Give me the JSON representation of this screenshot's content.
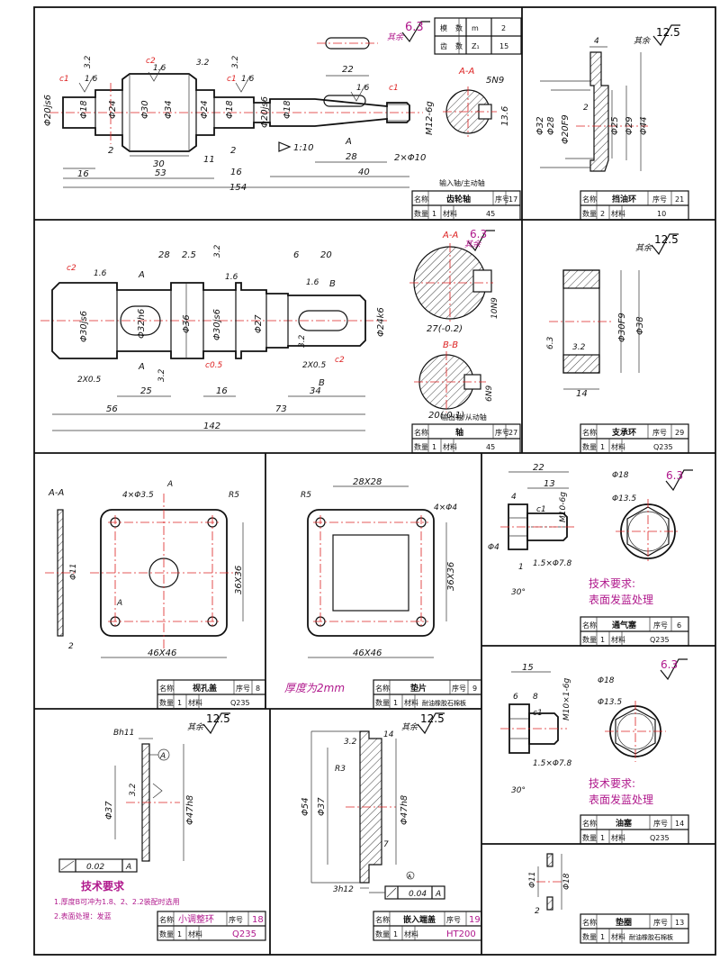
{
  "colors": {
    "line": "#111111",
    "center_line": "#dd2222",
    "annotation": "#b0188c",
    "background": "#ffffff"
  },
  "p1": {
    "gear_table": {
      "rows": [
        [
          "模",
          "数",
          "m",
          "2"
        ],
        [
          "齿",
          "数",
          "Z₁",
          "15"
        ]
      ]
    },
    "rough": "6.3",
    "rough_rest": "其余",
    "dims": {
      "d20js6_a": "Φ20js6",
      "d18_a": "Φ18",
      "d24_a": "Φ24",
      "d30": "Φ30",
      "d34": "Φ34",
      "d24_b": "Φ24",
      "d18_b": "Φ18",
      "d20js6_b": "Φ20js6",
      "d18_c": "Φ18",
      "m12": "M12-6g",
      "l16_a": "16",
      "l2_a": "2",
      "l30": "30",
      "l11": "11",
      "l2_b": "2",
      "l16_b": "16",
      "l53": "53",
      "l154": "154",
      "l22": "22",
      "l28": "28",
      "l40": "40",
      "taper": "1:10",
      "hole": "2×Φ10",
      "c1a": "c1",
      "c2": "c2",
      "c1b": "c1",
      "c1c": "c1",
      "r16a": "1.6",
      "r16b": "1.6",
      "r16c": "1.6",
      "r32a": "3.2",
      "r32b": "3.2",
      "r32c": "3.2",
      "r16d": "1.6",
      "sec": "A-A",
      "key": "5N9",
      "d136": "13.6",
      "marka": "A"
    },
    "title": {
      "name_label": "名称",
      "name": "齿轮轴",
      "sub": "输入轴/主动轴",
      "seq_label": "序号",
      "seq": "17",
      "qty_label": "数量",
      "qty": "1",
      "mat_label": "材料",
      "mat": "45"
    }
  },
  "p2": {
    "rough": "12.5",
    "rough_rest": "其余",
    "dims": {
      "t4": "4",
      "t2": "2",
      "d32": "Φ32",
      "d28": "Φ28",
      "d20f9": "Φ20F9",
      "d25": "Φ25",
      "d29": "Φ29",
      "d44": "Φ44"
    },
    "title": {
      "name_label": "名称",
      "name": "挡油环",
      "seq_label": "序号",
      "seq": "21",
      "qty_label": "数量",
      "qty": "2",
      "mat_label": "材料",
      "mat": "10"
    }
  },
  "p3": {
    "rough": "6.3",
    "rough_rest": "其余",
    "dims": {
      "l28": "28",
      "l25a": "2.5",
      "r32a": "3.2",
      "l6": "6",
      "l20": "20",
      "c2a": "c2",
      "r16a": "1.6",
      "r16b": "1.6",
      "r16c": "1.6",
      "secA": "A",
      "secB": "B",
      "d30js6a": "Φ30js6",
      "d32h6": "Φ32h6",
      "d36": "Φ36",
      "d30js6b": "Φ30js6",
      "d27": "Φ27",
      "d24k6": "Φ24k6",
      "r32b": "3.2",
      "r32c": "3.2",
      "c05": "c0.5",
      "c2b": "c2",
      "x05a": "2X0.5",
      "x05b": "2X0.5",
      "l25": "25",
      "l16": "16",
      "l34": "34",
      "l56": "56",
      "l73": "73",
      "l142": "142",
      "AA": "A-A",
      "BB": "B-B",
      "key10": "10N9",
      "key6": "6N9",
      "d27b": "27(-0.2)",
      "d20b": "20(-0.1)",
      "secA2": "A",
      "secB2": "B"
    },
    "title": {
      "name_label": "名称",
      "name": "轴",
      "sub": "输出轴/从动轴",
      "seq_label": "序号",
      "seq": "27",
      "qty_label": "数量",
      "qty": "1",
      "mat_label": "材料",
      "mat": "45"
    }
  },
  "p4": {
    "rough": "12.5",
    "rough_rest": "其余",
    "dims": {
      "d30f9": "Φ30F9",
      "d38": "Φ38",
      "r63": "6.3",
      "r32": "3.2",
      "l14": "14"
    },
    "title": {
      "name_label": "名称",
      "name": "支承环",
      "seq_label": "序号",
      "seq": "29",
      "qty_label": "数量",
      "qty": "1",
      "mat_label": "材料",
      "mat": "Q235"
    }
  },
  "p5": {
    "dims": {
      "AA": "A-A",
      "holes": "4×Φ3.5",
      "r5": "R5",
      "d11": "Φ11",
      "w2": "2",
      "w36": "36X36",
      "w46": "46X46",
      "markA": "A",
      "markA2": "A"
    },
    "title": {
      "name_label": "名称",
      "name": "视孔盖",
      "seq_label": "序号",
      "seq": "8",
      "qty_label": "数量",
      "qty": "1",
      "mat_label": "材料",
      "mat": "Q235"
    }
  },
  "p6": {
    "dims": {
      "w28": "28X28",
      "r5": "R5",
      "holes": "4×Φ4",
      "w36": "36X36",
      "w46": "46X46"
    },
    "note": "厚度为2mm",
    "title": {
      "name_label": "名称",
      "name": "垫片",
      "seq_label": "序号",
      "seq": "9",
      "qty_label": "数量",
      "qty": "1",
      "mat_label": "材料",
      "mat": "耐油橡胶石棉板"
    }
  },
  "p7": {
    "rough": "6.3",
    "dims": {
      "l22": "22",
      "l13": "13",
      "m10": "M10-6g",
      "l4": "4",
      "c1": "c1",
      "d4": "Φ4",
      "x78": "1.5×Φ7.8",
      "ang": "30°",
      "d18": "Φ18",
      "d135": "Φ13.5",
      "l1": "1"
    },
    "req_title": "技术要求:",
    "req_body": "表面发蓝处理",
    "title": {
      "name_label": "名称",
      "name": "通气塞",
      "seq_label": "序号",
      "seq": "6",
      "qty_label": "数量",
      "qty": "1",
      "mat_label": "材料",
      "mat": "Q235"
    }
  },
  "p8": {
    "rough": "6.3",
    "dims": {
      "l15": "15",
      "l6": "6",
      "l8": "8",
      "m10": "M10×1-6g",
      "c1": "c1",
      "x78": "1.5×Φ7.8",
      "ang": "30°",
      "d18": "Φ18",
      "d135": "Φ13.5"
    },
    "req_title": "技术要求:",
    "req_body": "表面发蓝处理",
    "title": {
      "name_label": "名称",
      "name": "油塞",
      "seq_label": "序号",
      "seq": "14",
      "qty_label": "数量",
      "qty": "1",
      "mat_label": "材料",
      "mat": "Q235"
    }
  },
  "p9": {
    "rough": "12.5",
    "rough_rest": "其余",
    "dims": {
      "bh11": "Bh11",
      "datum": "A",
      "d37": "Φ37",
      "d47h8": "Φ47h8",
      "r32": "3.2",
      "tol": "0.02",
      "tolref": "A"
    },
    "req_title": "技术要求",
    "req_1": "1.厚度B可冲为1.8、2、2.2装配时选用",
    "req_2": "2.表面处理：发蓝",
    "title": {
      "name_label": "名称",
      "name": "小调整环",
      "seq_label": "序号",
      "seq": "18",
      "qty_label": "数量",
      "qty": "1",
      "mat_label": "材料",
      "mat": "Q235"
    }
  },
  "p10": {
    "rough": "12.5",
    "rough_rest": "其余",
    "dims": {
      "r32": "3.2",
      "l14": "14",
      "r3": "R3",
      "d54": "Φ54",
      "d37": "Φ37",
      "d47h8": "Φ47h8",
      "l7": "7",
      "h12": "3h12",
      "tol": "0.04",
      "tolref": "A",
      "datum": "A"
    },
    "title": {
      "name_label": "名称",
      "name": "嵌入端盖",
      "seq_label": "序号",
      "seq": "19",
      "qty_label": "数量",
      "qty": "1",
      "mat_label": "材料",
      "mat": "HT200"
    }
  },
  "p11": {
    "dims": {
      "d11": "Φ11",
      "d18": "Φ18",
      "t2": "2"
    },
    "title": {
      "name_label": "名称",
      "name": "垫圈",
      "seq_label": "序号",
      "seq": "13",
      "qty_label": "数量",
      "qty": "1",
      "mat_label": "材料",
      "mat": "耐油橡胶石棉板"
    }
  }
}
